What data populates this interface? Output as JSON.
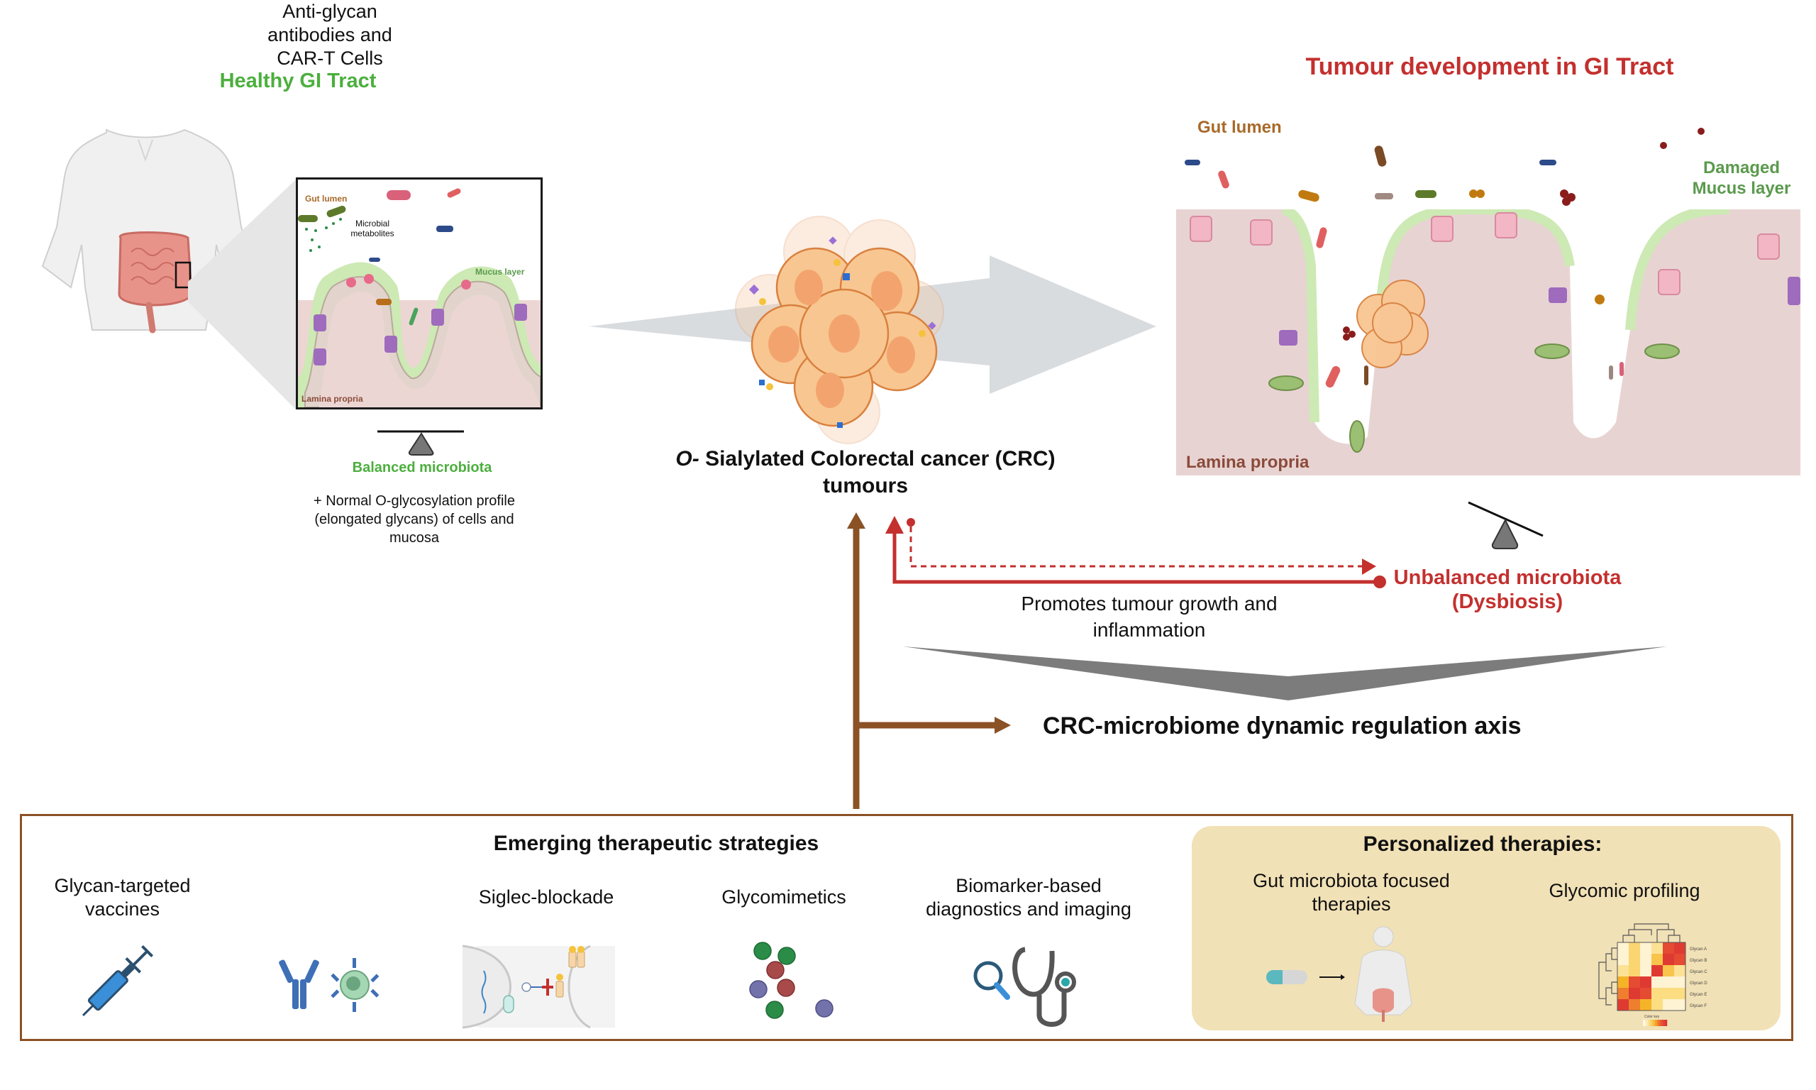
{
  "healthy": {
    "title": "Healthy GI Tract",
    "inset": {
      "gut_lumen": "Gut lumen",
      "metabolites": "Microbial metabolites",
      "mucus": "Mucus layer",
      "lamina": "Lamina propria"
    },
    "balance_label": "Balanced microbiota",
    "profile_text": "+ Normal O-glycosylation profile (elongated glycans)  of cells and mucosa"
  },
  "tumour_panel": {
    "title": "Tumour development in GI Tract",
    "gut_lumen": "Gut lumen",
    "damaged_mucus": "Damaged Mucus layer",
    "lamina": "Lamina propria"
  },
  "crc": {
    "prefix": "O-",
    "title": "Sialylated Colorectal cancer (CRC) tumours"
  },
  "dysbiosis": {
    "line1": "Unbalanced microbiota",
    "line2": "(Dysbiosis)"
  },
  "promotes_text": "Promotes tumour growth and inflammation",
  "axis_label": "CRC-microbiome dynamic regulation axis",
  "strategies": {
    "title": "Emerging therapeutic strategies",
    "items": [
      {
        "label": "Glycan-targeted vaccines",
        "icon": "syringe-icon"
      },
      {
        "label": "Anti-glycan antibodies and CAR-T Cells",
        "icon": "antibody-icon"
      },
      {
        "label": "Siglec-blockade",
        "icon": "siglec-blockade-icon"
      },
      {
        "label": "Glycomimetics",
        "icon": "glycomimetics-icon"
      },
      {
        "label": "Biomarker-based diagnostics and imaging",
        "icon": "stethoscope-icon"
      }
    ]
  },
  "personalized": {
    "title": "Personalized therapies:",
    "items": [
      {
        "label": "Gut microbiota focused therapies",
        "icon": "pill-to-body-icon"
      },
      {
        "label": "Glycomic profiling",
        "icon": "heatmap-icon"
      }
    ],
    "heatmap": {
      "rows": [
        "Glycan A",
        "Glycan B",
        "Glycan C",
        "Glycan D",
        "Glycan E",
        "Glycan F"
      ],
      "key_label": "Color key",
      "values": [
        [
          0.05,
          0.3,
          0.05,
          0.2,
          0.85,
          0.95
        ],
        [
          0.05,
          0.3,
          0.05,
          0.4,
          0.95,
          0.85
        ],
        [
          0.2,
          0.3,
          0.05,
          0.95,
          0.4,
          0.2
        ],
        [
          0.5,
          0.85,
          0.95,
          0.05,
          0.05,
          0.05
        ],
        [
          0.65,
          0.95,
          0.85,
          0.25,
          0.25,
          0.25
        ],
        [
          0.95,
          0.65,
          0.5,
          0.25,
          0.05,
          0.05
        ]
      ]
    }
  },
  "colors": {
    "healthy_green": "#4caf3e",
    "tumour_red": "#c3302e",
    "brown_arrow": "#8b5225",
    "personalized_bg": "#f1e1b6"
  }
}
